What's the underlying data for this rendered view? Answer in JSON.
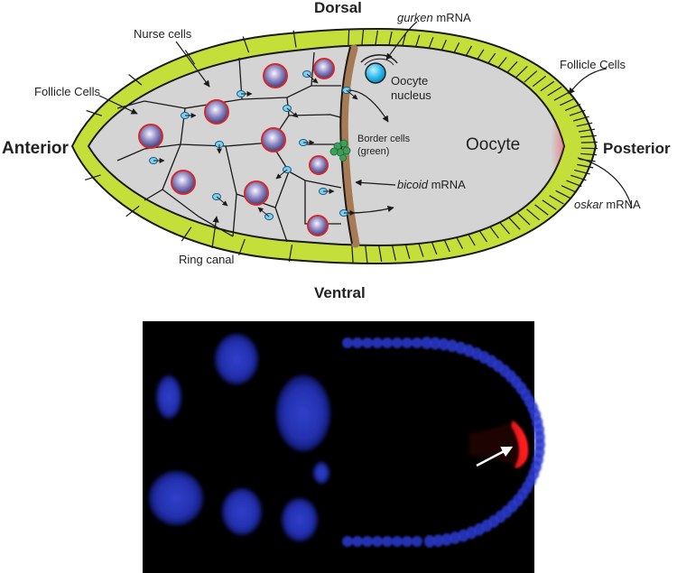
{
  "diagram": {
    "orientation": {
      "dorsal": "Dorsal",
      "ventral": "Ventral",
      "anterior": "Anterior",
      "posterior": "Posterior"
    },
    "labels": {
      "nurse_cells": "Nurse cells",
      "follicle_cells_left": "Follicle Cells",
      "follicle_cells_right": "Follicle Cells",
      "ring_canal": "Ring canal",
      "gurken_gene": "gurken",
      "mrna_suffix": " mRNA",
      "oocyte_nucleus_line1": "Oocyte",
      "oocyte_nucleus_line2": "nucleus",
      "oocyte": "Oocyte",
      "border_cells_line1": "Border cells",
      "border_cells_line2": "(green)",
      "bicoid_gene": "bicoid",
      "oskar_gene": "oskar"
    },
    "colors": {
      "follicle_layer": "#c5df3a",
      "cytoplasm": "#d4d4d4",
      "outline": "#1a1a1a",
      "nucleus_rim": "#d42a2a",
      "nucleus_center": "#f5f3ff",
      "nucleus_edge": "#4a4485",
      "oocyte_nucleus": "#24b5ea",
      "border_cells": "#3aa05a",
      "oskar_localization": "#e8262a",
      "bicoid_band": "#a67a55"
    }
  },
  "micrograph": {
    "background": "#000000",
    "dapi_stain": "#2a3ad0",
    "oskar_signal": "#ff1a1a",
    "arrow_color": "#ffffff"
  }
}
